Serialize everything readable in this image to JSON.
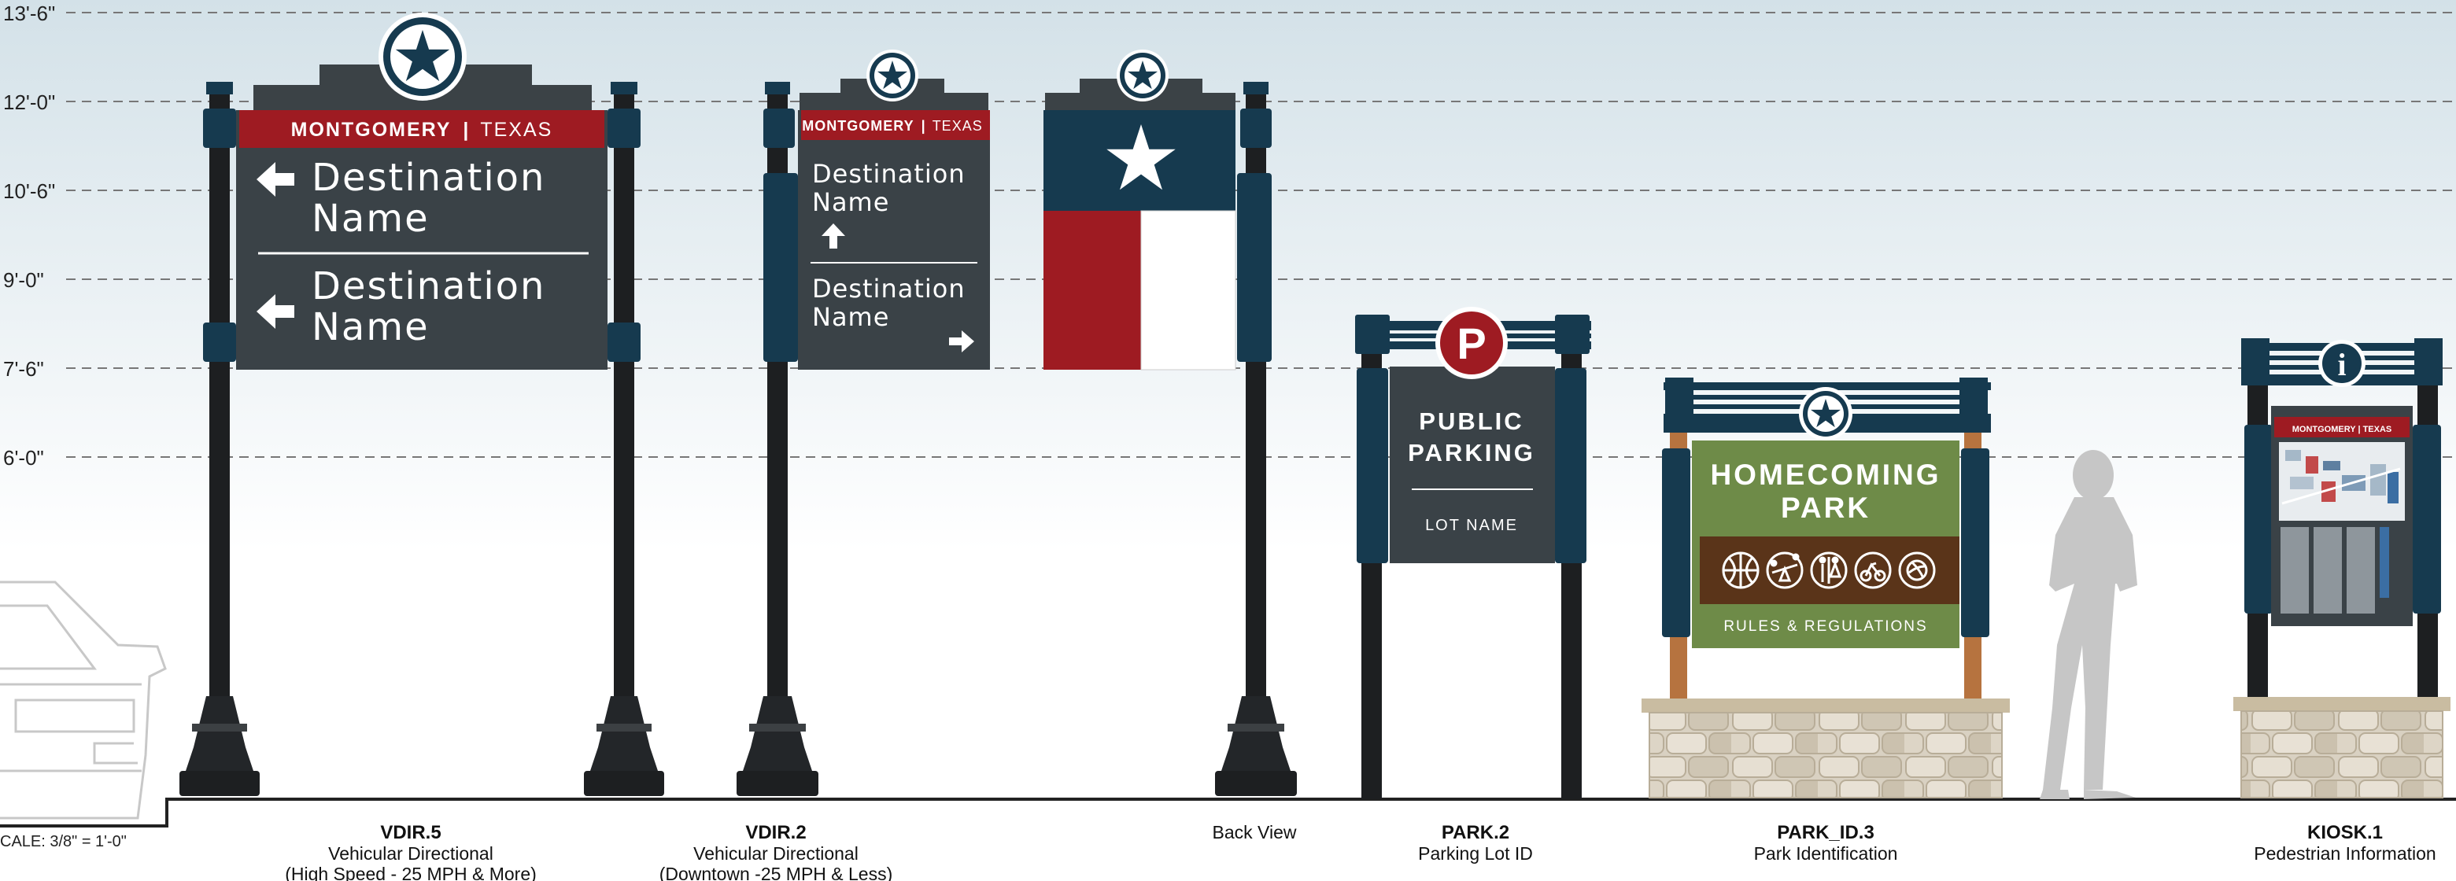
{
  "scale_note": "CALE: 3/8\" = 1'-0\"",
  "height_marks": [
    "13'-6\"",
    "12'-0\"",
    "10'-6\"",
    "9'-0\"",
    "7'-6\"",
    "6'-0\""
  ],
  "colors": {
    "navy": "#163a4f",
    "charcoal": "#3a4247",
    "red": "#9e1b22",
    "green": "#6e8b48",
    "brown": "#5a3419",
    "wood": "#b6733f",
    "stone": "#d8cfbe",
    "sky_top": "#d6e4ea"
  },
  "signs": {
    "vdir5": {
      "brand": "MONTGOMERY",
      "brand_sep": "|",
      "brand_state": "TEXAS",
      "dest1_line1": "Destination",
      "dest1_line2": "Name",
      "dest2_line1": "Destination",
      "dest2_line2": "Name",
      "code": "VDIR.5",
      "title": "Vehicular Directional",
      "subtitle": "(High Speed - 25 MPH & More)"
    },
    "vdir2": {
      "brand": "MONTGOMERY",
      "brand_sep": "|",
      "brand_state": "TEXAS",
      "dest1_line1": "Destination",
      "dest1_line2": "Name",
      "dest2_line1": "Destination",
      "dest2_line2": "Name",
      "code": "VDIR.2",
      "title": "Vehicular Directional",
      "subtitle": "(Downtown -25 MPH & Less)"
    },
    "back": {
      "label": "Back View"
    },
    "park2": {
      "badge": "P",
      "line1": "PUBLIC",
      "line2": "PARKING",
      "lot": "LOT NAME",
      "code": "PARK.2",
      "title": "Parking Lot ID"
    },
    "parkid3": {
      "line1": "HOMECOMING",
      "line2": "PARK",
      "rules": "RULES & REGULATIONS",
      "amenity_icons": [
        "basketball-icon",
        "seesaw-icon",
        "restroom-icon",
        "bicycle-icon",
        "volleyball-icon"
      ],
      "code": "PARK_ID.3",
      "title": "Park Identification"
    },
    "kiosk1": {
      "badge": "i",
      "brand": "MONTGOMERY | TEXAS",
      "code": "KIOSK.1",
      "title": "Pedestrian Information"
    }
  }
}
